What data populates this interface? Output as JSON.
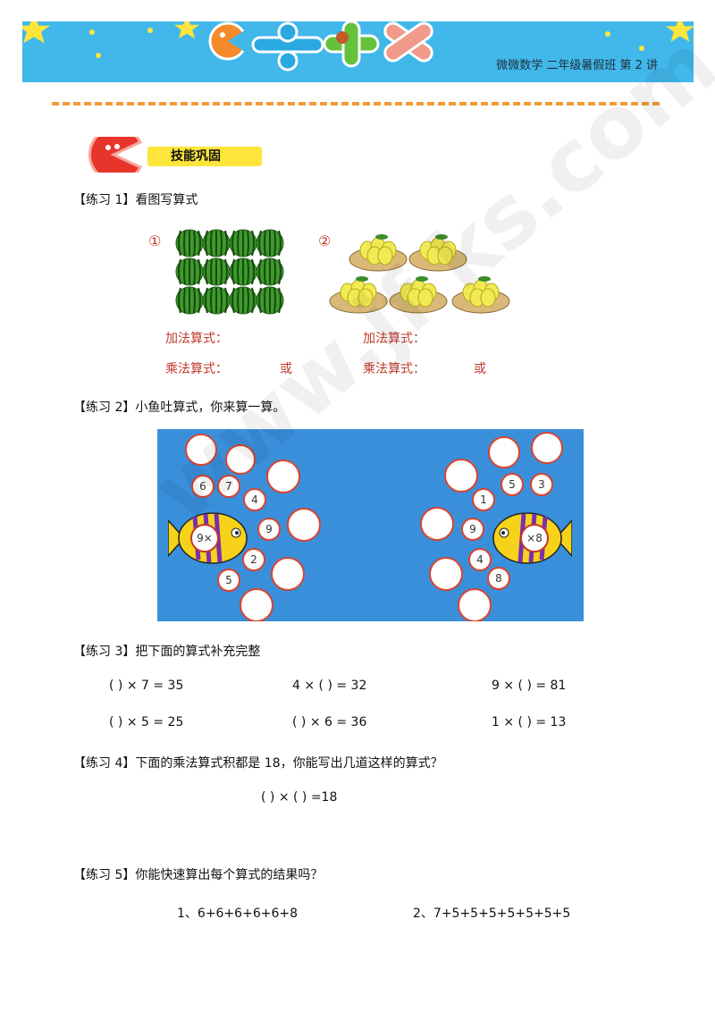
{
  "header": {
    "course": "微微数学   二年级暑假班  第 2 讲",
    "operator_icons": [
      "plus-icon",
      "minus-icon",
      "times-icon",
      "divide-icon"
    ]
  },
  "section": {
    "title": "技能巩固"
  },
  "watermark": "www.jf ks.com",
  "ex1": {
    "label": "【练习 1】看图写算式",
    "part1_marker": "①",
    "part2_marker": "②",
    "add_label_1": "加法算式：",
    "mul_label_1": "乘法算式：",
    "or_1": "或",
    "add_label_2": "加法算式：",
    "mul_label_2": "乘法算式：",
    "or_2": "或",
    "watermelon_rows": 3,
    "watermelon_cols": 4,
    "pear_baskets": 5
  },
  "ex2": {
    "label": "【练习 2】小鱼吐算式，你来算一算。",
    "left_fish": "9×",
    "right_fish": "×8",
    "left_numbers": [
      "6",
      "7",
      "4",
      "9",
      "2",
      "5"
    ],
    "right_numbers": [
      "5",
      "3",
      "1",
      "9",
      "4",
      "8"
    ]
  },
  "ex3": {
    "label": "【练习 3】把下面的算式补充完整",
    "rows": [
      [
        "(             ) × 7 = 35",
        "4  × (             ) = 32",
        "9  × (            ) = 81"
      ],
      [
        "(             ) × 5 = 25",
        "(             ) × 6 = 36",
        "1  × (            ) = 13"
      ]
    ]
  },
  "ex4": {
    "label": "【练习 4】下面的乘法算式积都是 18，你能写出几道这样的算式？",
    "equation": "(                  ) ×   (                  )   =18"
  },
  "ex5": {
    "label": "【练习 5】你能快速算出每个算式的结果吗？",
    "item1": "1、6+6+6+6+6+8",
    "item2": "2、7+5+5+5+5+5+5+5"
  }
}
